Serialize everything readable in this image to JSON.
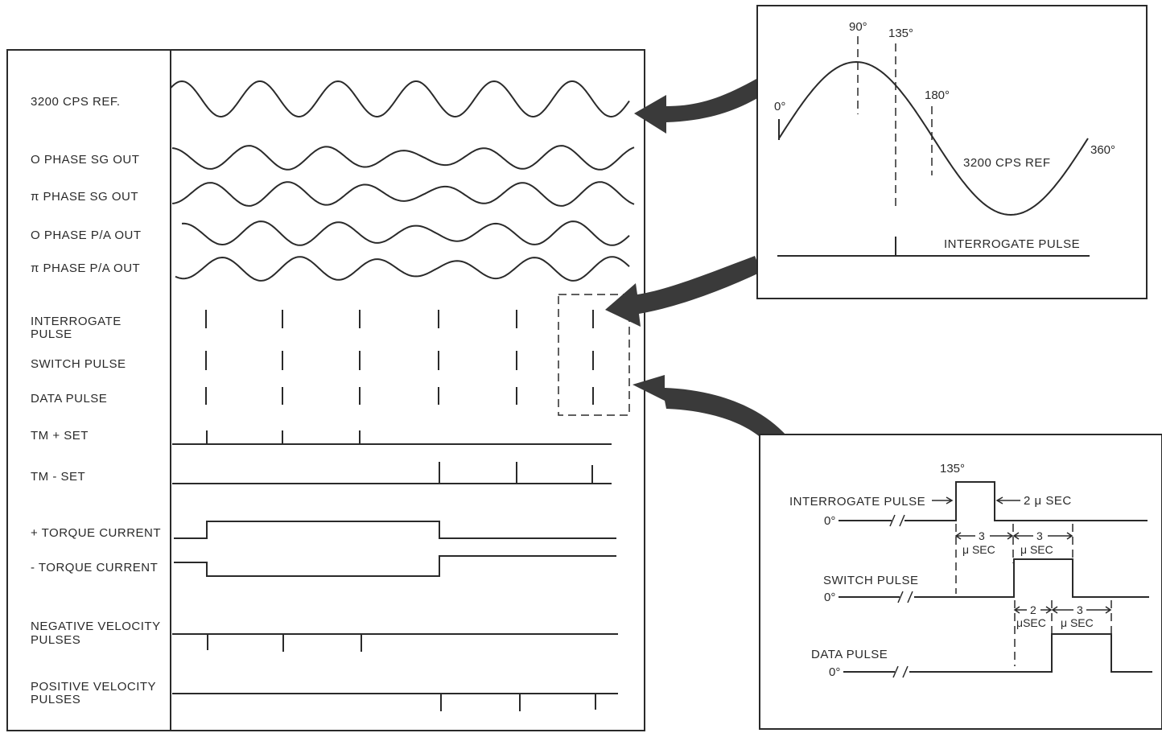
{
  "timing_diagram": {
    "signals": [
      {
        "id": "ref",
        "label_lines": [
          "3200 CPS REF."
        ]
      },
      {
        "id": "sg0",
        "label_lines": [
          "O PHASE SG OUT"
        ]
      },
      {
        "id": "sgpi",
        "label_lines": [
          "π PHASE SG OUT"
        ]
      },
      {
        "id": "pa0",
        "label_lines": [
          "O PHASE P/A OUT"
        ]
      },
      {
        "id": "papi",
        "label_lines": [
          "π PHASE P/A OUT"
        ]
      },
      {
        "id": "interrogate",
        "label_lines": [
          "INTERROGATE",
          "PULSE"
        ]
      },
      {
        "id": "switch",
        "label_lines": [
          "SWITCH PULSE"
        ]
      },
      {
        "id": "data",
        "label_lines": [
          "DATA PULSE"
        ]
      },
      {
        "id": "tmplus",
        "label_lines": [
          "TM + SET"
        ]
      },
      {
        "id": "tmminus",
        "label_lines": [
          "TM - SET"
        ]
      },
      {
        "id": "torqueplus",
        "label_lines": [
          "+ TORQUE CURRENT"
        ]
      },
      {
        "id": "torqueminus",
        "label_lines": [
          "- TORQUE CURRENT"
        ]
      },
      {
        "id": "negvel",
        "label_lines": [
          "NEGATIVE VELOCITY",
          "PULSES"
        ]
      },
      {
        "id": "posvel",
        "label_lines": [
          "POSITIVE VELOCITY",
          "PULSES"
        ]
      }
    ]
  },
  "phase_detail": {
    "deg_0": "0°",
    "deg_90": "90°",
    "deg_135": "135°",
    "deg_180": "180°",
    "deg_360": "360°",
    "ref_label": "3200 CPS REF",
    "pulse_label": "INTERROGATE PULSE"
  },
  "pulse_detail": {
    "deg_135": "135°",
    "interrogate_label": "INTERROGATE PULSE",
    "interrogate_width": "2 μ SEC",
    "switch_label": "SWITCH PULSE",
    "data_label": "DATA PULSE",
    "zero": "0°",
    "gap1_value": "3",
    "gap1_unit": "μ SEC",
    "gap2_value": "3",
    "gap2_unit": "μ SEC",
    "gap3_value": "2",
    "gap3_unit": "μSEC",
    "gap4_value": "3",
    "gap4_unit": "μ SEC"
  }
}
